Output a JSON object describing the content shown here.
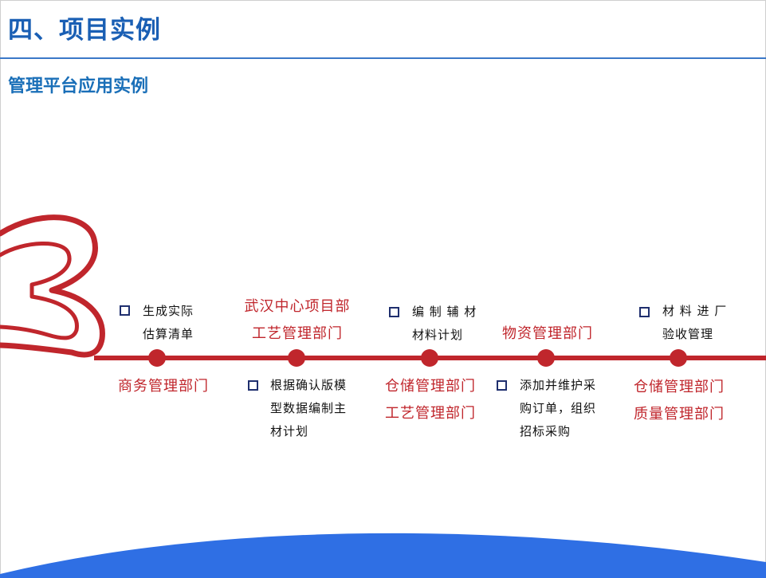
{
  "header": {
    "title": "四、项目实例",
    "subtitle": "管理平台应用实例"
  },
  "step_number": "3",
  "colors": {
    "accent": "#c0262c",
    "title": "#1a5fb4",
    "bullet": "#1f2f6e",
    "wave": "#2f6fe4"
  },
  "timeline": {
    "nodes": [
      {
        "note": "生成实际\n估算清单",
        "dept": "商务管理部门"
      },
      {
        "note": "根据确认版模\n型数据编制主\n材计划",
        "dept": "武汉中心项目部\n工艺管理部门"
      },
      {
        "note": "编 制 辅 材\n材料计划",
        "dept": "仓储管理部门\n工艺管理部门"
      },
      {
        "note": "添加并维护采\n购订单，组织\n招标采购",
        "dept": "物资管理部门"
      },
      {
        "note": "材 料 进 厂\n验收管理",
        "dept": "仓储管理部门\n质量管理部门"
      }
    ]
  }
}
